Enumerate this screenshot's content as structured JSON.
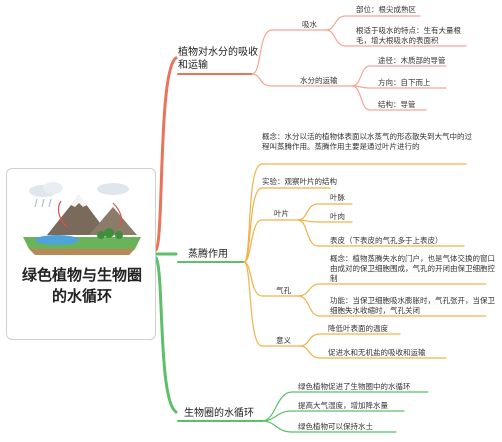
{
  "root": {
    "title": "绿色植物与生物圈的水循环",
    "illustration": "water-cycle-landscape"
  },
  "colors": {
    "red": "#e8745b",
    "green": "#5cbf6a",
    "orange": "#f0b24a",
    "line_red": "#f3a796"
  },
  "b1": {
    "title": "植物对水分的吸收和运输",
    "absorb": {
      "label": "吸水",
      "part_label": "部位：根尖成熟区",
      "feature_label": "根适于吸水的特点：生有大量根毛，增大根吸水的表面积"
    },
    "transport": {
      "label": "水分的运输",
      "path": "途径：木质部的导管",
      "direction": "方向：自下而上",
      "structure": "结构：导管"
    }
  },
  "b2": {
    "title": "蒸腾作用",
    "concept": "概念：水分以活的植物体表面以水蒸气的形态散失到大气中的过程叫蒸腾作用。蒸腾作用主要是通过叶片进行的",
    "experiment": "实验：观察叶片的结构",
    "leaf": {
      "label": "叶片",
      "items": [
        "叶脉",
        "叶肉",
        "表皮（下表皮的气孔多于上表皮）"
      ]
    },
    "stoma": {
      "label": "气孔",
      "concept": "概念：植物蒸腾失水的门户，也是气体交换的窗口由成对的保卫细胞围成，气孔的开闭由保卫细胞控制",
      "function": "功能：当保卫细胞吸水膨胀时，气孔张开，当保卫细胞失水收缩时，气孔关闭"
    },
    "meaning": {
      "label": "意义",
      "items": [
        "降低叶表面的温度",
        "促进水和无机盐的吸收和运输"
      ]
    }
  },
  "b3": {
    "title": "生物圈的水循环",
    "items": [
      "绿色植物促进了生物圈中的水循环",
      "提高大气湿度，增加降水量",
      "绿色植物可以保持水土"
    ]
  }
}
